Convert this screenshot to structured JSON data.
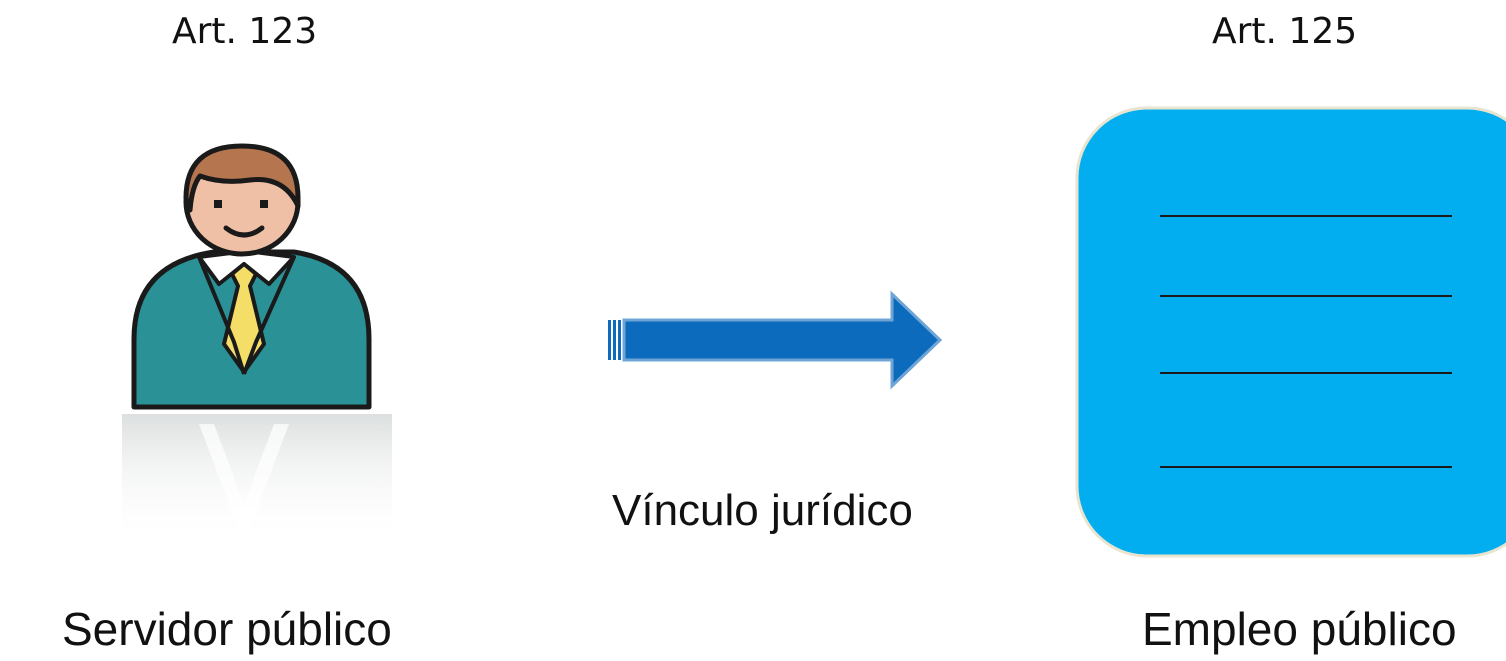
{
  "diagram": {
    "left_article": "Art. 123",
    "right_article": "Art. 125",
    "left_caption": "Servidor público",
    "right_caption": "Empleo público",
    "connector_label": "Vínculo jurídico"
  },
  "icons": {
    "person": "public-servant-icon",
    "arrow": "right-arrow-icon",
    "document": "document-icon"
  },
  "colors": {
    "suit": "#2a9196",
    "tie": "#f4de68",
    "skin": "#f0c0a6",
    "hair": "#b5764f",
    "arrow": "#0d6bbe",
    "document": "#02aeef",
    "text": "#111111"
  }
}
